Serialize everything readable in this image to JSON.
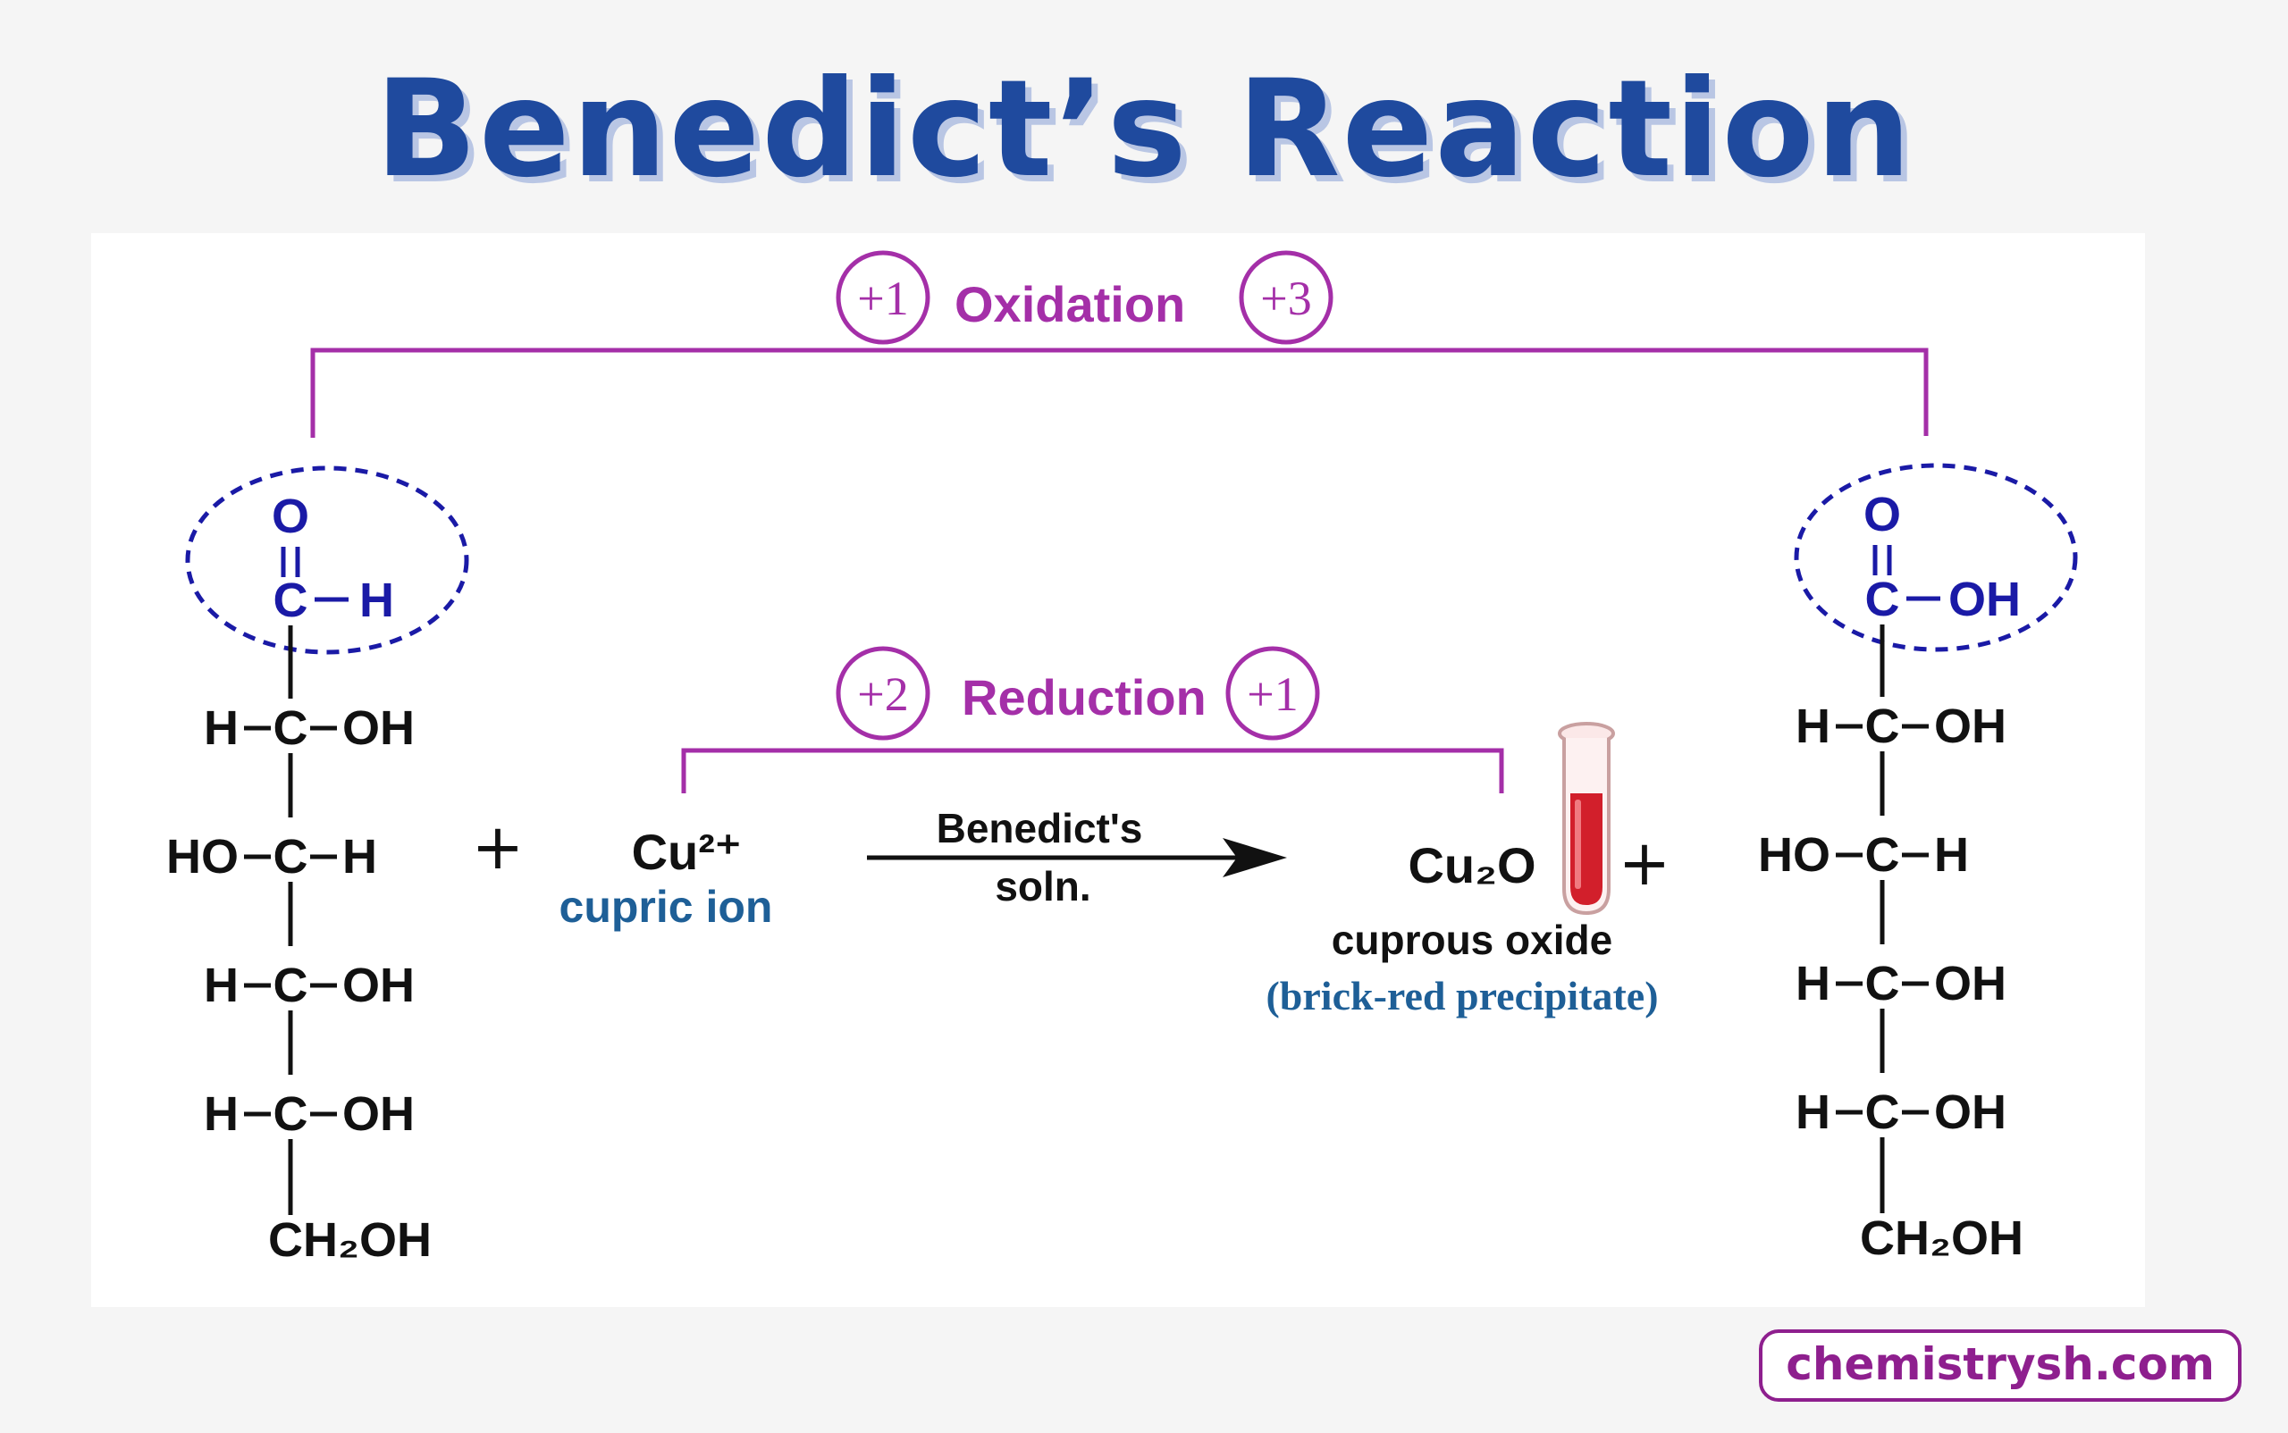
{
  "title": "Benedict’s Reaction",
  "oxidation": {
    "label": "Oxidation",
    "from": "+1",
    "to": "+3"
  },
  "reduction": {
    "label": "Reduction",
    "from": "+2",
    "to": "+1"
  },
  "reactant": {
    "aldehyde": {
      "o": "O",
      "c": "C",
      "h": "H"
    },
    "rows": [
      {
        "left": "H",
        "right": "OH"
      },
      {
        "left": "HO",
        "right": "H"
      },
      {
        "left": "H",
        "right": "OH"
      },
      {
        "left": "H",
        "right": "OH"
      }
    ],
    "terminal": "CH₂OH"
  },
  "plus_sign": "+",
  "cupric": {
    "formula": "Cu²⁺",
    "name": "cupric ion"
  },
  "reagent": {
    "line1": "Benedict's",
    "line2": "soln."
  },
  "cuprous": {
    "formula": "Cu₂O",
    "name": "cuprous oxide",
    "note": "(brick-red precipitate)"
  },
  "product": {
    "acid": {
      "o": "O",
      "c": "C",
      "oh": "OH"
    },
    "rows": [
      {
        "left": "H",
        "right": "OH"
      },
      {
        "left": "HO",
        "right": "H"
      },
      {
        "left": "H",
        "right": "OH"
      },
      {
        "left": "H",
        "right": "OH"
      }
    ],
    "terminal": "CH₂OH"
  },
  "footer_site": "chemistrysh.com",
  "colors": {
    "title": "#1f4a9e",
    "magenta": "#a42fa8",
    "blue": "#1a1aa6",
    "teal": "#1e5f97",
    "black": "#111111",
    "red": "#d21f2b"
  }
}
